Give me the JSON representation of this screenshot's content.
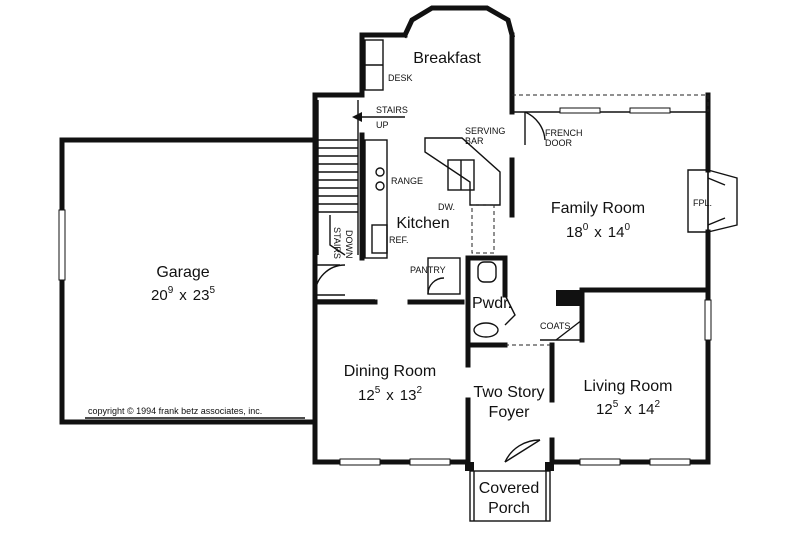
{
  "rooms": {
    "breakfast": {
      "name": "Breakfast"
    },
    "kitchen": {
      "name": "Kitchen"
    },
    "family_room": {
      "name": "Family Room",
      "w": "18",
      "w_sup": "0",
      "d": "14",
      "d_sup": "0"
    },
    "garage": {
      "name": "Garage",
      "w": "20",
      "w_sup": "9",
      "d": "23",
      "d_sup": "5"
    },
    "dining_room": {
      "name": "Dining Room",
      "w": "12",
      "w_sup": "5",
      "d": "13",
      "d_sup": "2"
    },
    "living_room": {
      "name": "Living Room",
      "w": "12",
      "w_sup": "5",
      "d": "14",
      "d_sup": "2"
    },
    "foyer": {
      "line1": "Two Story",
      "line2": "Foyer"
    },
    "powder": {
      "name": "Pwdr."
    },
    "porch": {
      "line1": "Covered",
      "line2": "Porch"
    }
  },
  "labels": {
    "desk": "DESK",
    "stairs_up_1": "STAIRS",
    "stairs_up_2": "UP",
    "serving_bar_1": "SERVING",
    "serving_bar_2": "BAR",
    "french_door_1": "FRENCH",
    "french_door_2": "DOOR",
    "range": "RANGE",
    "dw": "DW.",
    "ref": "REF.",
    "stairs_down_1": "STAIRS",
    "stairs_down_2": "DOWN",
    "pantry": "PANTRY",
    "coats": "COATS",
    "fireplace": "FPL.",
    "dim_x": "x"
  },
  "copyright": "copyright © 1994 frank betz associates, inc."
}
